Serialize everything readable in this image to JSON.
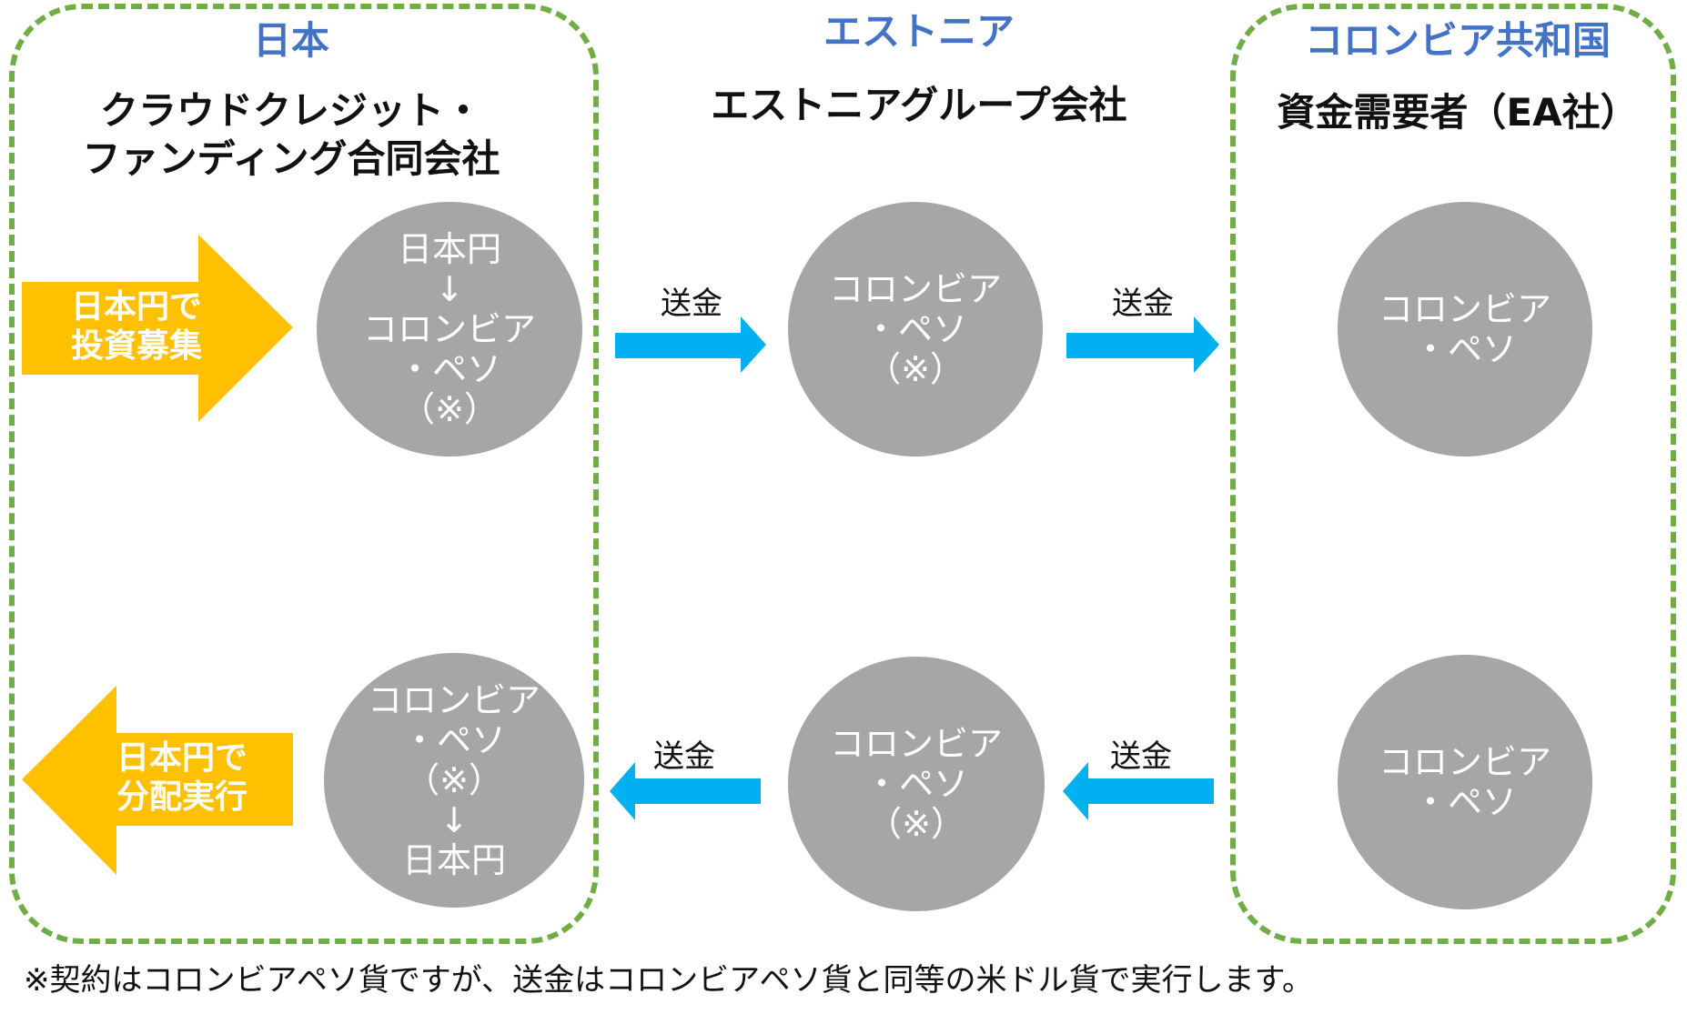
{
  "regions": {
    "japan": {
      "title": "日本",
      "entity_line1": "クラウドクレジット・",
      "entity_line2": "ファンディング合同会社"
    },
    "estonia": {
      "title": "エストニア",
      "entity": "エストニアグループ会社"
    },
    "colombia": {
      "title": "コロンビア共和国",
      "entity": "資金需要者（EA社）"
    }
  },
  "invest_arrow": {
    "line1": "日本円で",
    "line2": "投資募集"
  },
  "return_arrow": {
    "line1": "日本円で",
    "line2": "分配実行"
  },
  "circles": {
    "jp_top": [
      "日本円",
      "↓",
      "コロンビア",
      "・ペソ",
      "（※）"
    ],
    "ee_top": [
      "コロンビア",
      "・ペソ",
      "（※）"
    ],
    "co_top": [
      "コロンビア",
      "・ペソ"
    ],
    "jp_bottom": [
      "コロンビア",
      "・ペソ",
      "（※）",
      "↓",
      "日本円"
    ],
    "ee_bottom": [
      "コロンビア",
      "・ペソ",
      "（※）"
    ],
    "co_bottom": [
      "コロンビア",
      "・ペソ"
    ]
  },
  "transfer_labels": {
    "top_left": "送金",
    "top_right": "送金",
    "bottom_left": "送金",
    "bottom_right": "送金"
  },
  "footnote": "※契約はコロンビアペソ貨ですが、送金はコロンビアペソ貨と同等の米ドル貨で実行します。",
  "colors": {
    "region_title": "#4472C4",
    "dashed_border": "#70AD47",
    "circle": "#A6A6A6",
    "blue_arrow": "#00B0F0",
    "yellow_arrow": "#FFC000"
  }
}
